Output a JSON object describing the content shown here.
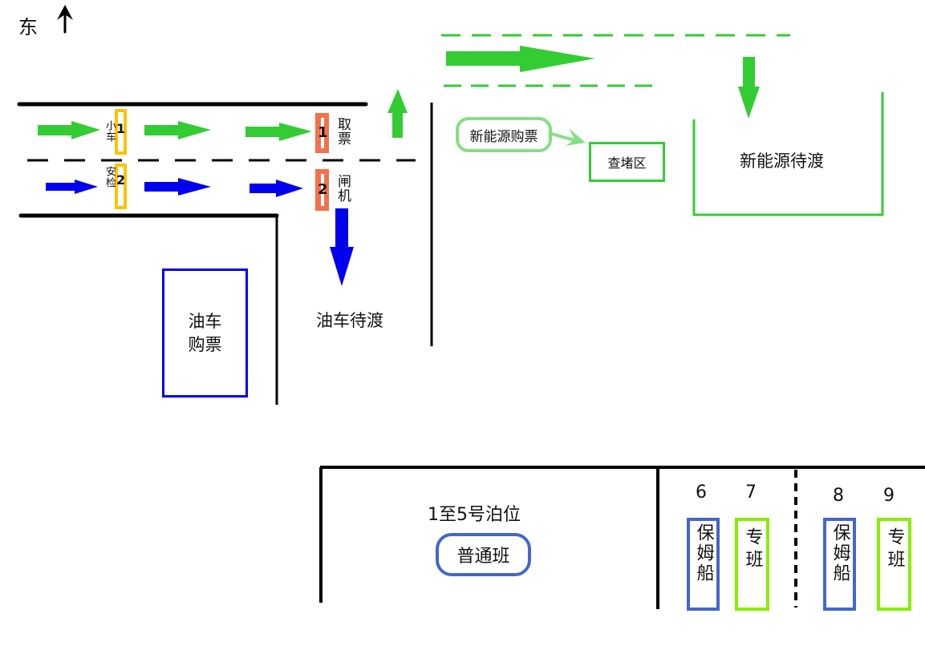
{
  "compass": {
    "label": "东",
    "icon": "arrow-up-icon"
  },
  "gates": {
    "checkpoint1": {
      "number": "1",
      "label": "小车"
    },
    "checkpoint2": {
      "number": "2",
      "label": "安检"
    },
    "ticket_gate1": {
      "number": "1",
      "label": "取票"
    },
    "ticket_gate2": {
      "number": "2",
      "label": "闸机"
    }
  },
  "areas": {
    "oil_ticket": "油车购票",
    "oil_waiting": "油车待渡",
    "ev_ticket": "新能源购票",
    "inspection": "查堵区",
    "ev_waiting": "新能源待渡"
  },
  "berths": {
    "main_label": "1至5号泊位",
    "main_service": "普通班",
    "slots": [
      {
        "number": "6",
        "service": "保姆船"
      },
      {
        "number": "7",
        "service": "专班"
      },
      {
        "number": "8",
        "service": "保姆船"
      },
      {
        "number": "9",
        "service": "专班"
      }
    ]
  },
  "colors": {
    "green_lane": "#33cc33",
    "blue_lane": "#0000ee",
    "checkpoint": "#ffc107",
    "gate": "#f4714a",
    "light_green": "#85e085",
    "nanny_boat": "#4466cc",
    "special": "#88ee00"
  }
}
